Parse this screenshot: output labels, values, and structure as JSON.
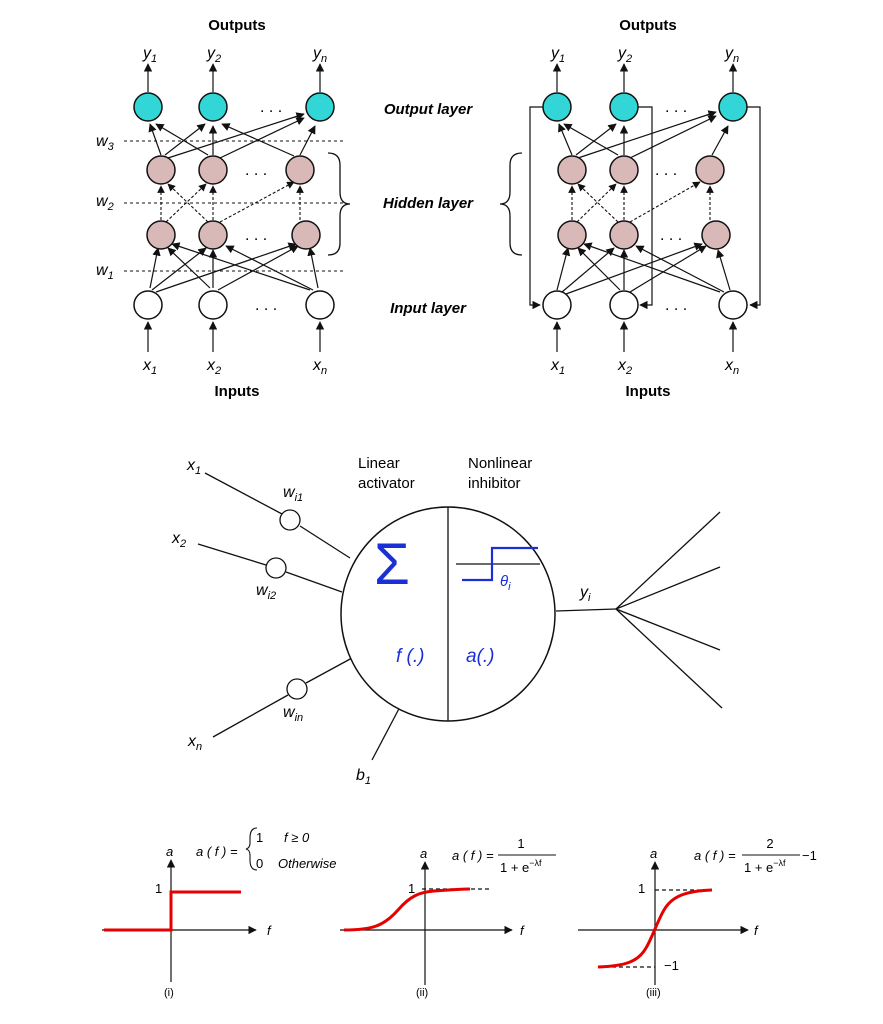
{
  "colors": {
    "output_node": "#33d6d6",
    "hidden_node": "#d9b8b8",
    "input_node": "#ffffff",
    "accent_blue": "#1a2fd6",
    "curve_red": "#e60000",
    "stroke": "#111111"
  },
  "feedforward_net": {
    "outputs_title": "Outputs",
    "inputs_title": "Inputs",
    "outputs": [
      {
        "sym": "y",
        "sub": "1"
      },
      {
        "sym": "y",
        "sub": "2"
      },
      {
        "sym": "y",
        "sub": "n"
      }
    ],
    "inputs": [
      {
        "sym": "x",
        "sub": "1"
      },
      {
        "sym": "x",
        "sub": "2"
      },
      {
        "sym": "x",
        "sub": "n"
      }
    ],
    "weights": [
      {
        "sym": "w",
        "sub": "3"
      },
      {
        "sym": "w",
        "sub": "2"
      },
      {
        "sym": "w",
        "sub": "1"
      }
    ],
    "dots": ". . ."
  },
  "layer_labels": {
    "output_layer": "Output layer",
    "hidden_layer": "Hidden layer",
    "input_layer": "Input layer"
  },
  "recurrent_net": {
    "outputs_title": "Outputs",
    "inputs_title": "Inputs",
    "outputs": [
      {
        "sym": "y",
        "sub": "1"
      },
      {
        "sym": "y",
        "sub": "2"
      },
      {
        "sym": "y",
        "sub": "n"
      }
    ],
    "inputs": [
      {
        "sym": "x",
        "sub": "1"
      },
      {
        "sym": "x",
        "sub": "2"
      },
      {
        "sym": "x",
        "sub": "n"
      }
    ],
    "dots": ". . ."
  },
  "neuron": {
    "inputs": [
      {
        "sym": "x",
        "sub": "1"
      },
      {
        "sym": "x",
        "sub": "2"
      },
      {
        "sym": "x",
        "sub": "n"
      }
    ],
    "weights": [
      {
        "sym": "w",
        "sub": "i1"
      },
      {
        "sym": "w",
        "sub": "i2"
      },
      {
        "sym": "w",
        "sub": "in"
      }
    ],
    "bias": {
      "sym": "b",
      "sub": "1"
    },
    "output": {
      "sym": "y",
      "sub": "i"
    },
    "linear_label": [
      "Linear",
      "activator"
    ],
    "nonlinear_label": [
      "Nonlinear",
      "inhibitor"
    ],
    "sum_symbol": "Σ",
    "threshold": {
      "sym": "θ",
      "sub": "i"
    },
    "f_label": "f (.)",
    "a_label": "a(.)"
  },
  "activation_plots": [
    {
      "id": "i",
      "caption": "(i)",
      "a_axis": "a",
      "f_axis": "f",
      "tick_one": "1",
      "formula_lhs": "a ( f ) =",
      "case_top": "1",
      "case_top_cond": "f ≥ 0",
      "case_bottom": "0",
      "case_bottom_cond": "Otherwise"
    },
    {
      "id": "ii",
      "caption": "(ii)",
      "a_axis": "a",
      "f_axis": "f",
      "tick_one": "1",
      "formula_lhs": "a ( f ) =",
      "numerator": "1",
      "denominator": "1 + e",
      "exponent": "−λf"
    },
    {
      "id": "iii",
      "caption": "(iii)",
      "a_axis": "a",
      "f_axis": "f",
      "tick_one": "1",
      "tick_minus_one": "−1",
      "formula_lhs": "a ( f ) =",
      "numerator": "2",
      "denominator": "1 + e",
      "exponent": "−λf",
      "suffix": "−1"
    }
  ]
}
